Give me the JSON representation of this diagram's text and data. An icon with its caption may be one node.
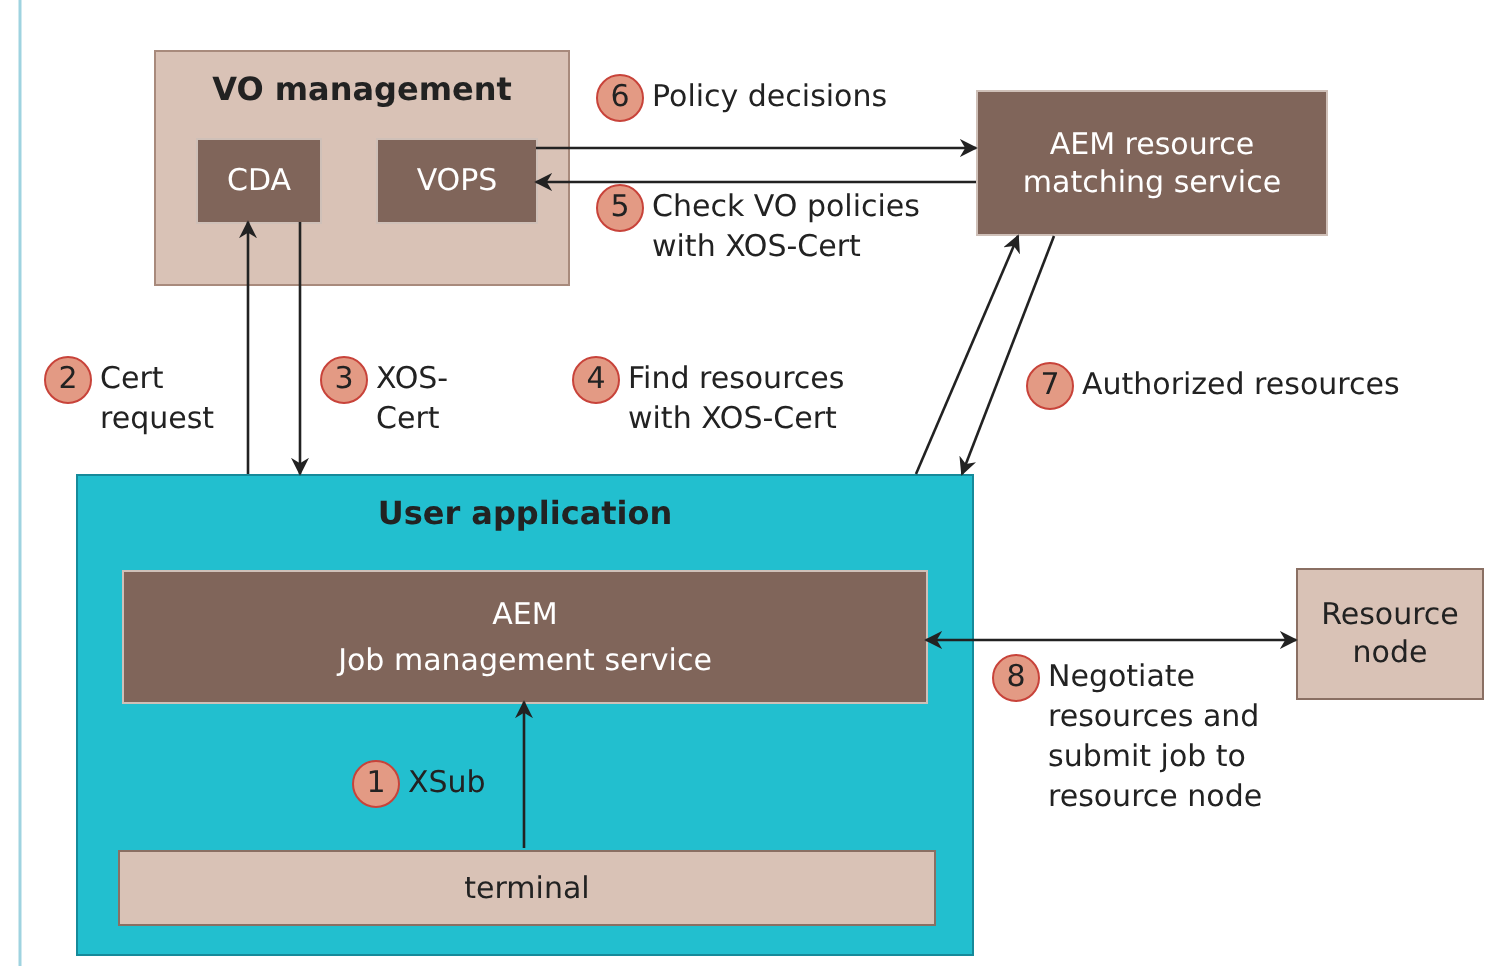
{
  "diagram": {
    "nodes": [
      {
        "text": [
          "VO management"
        ]
      },
      {
        "text": [
          "CDA"
        ],
        "in": 0
      },
      {
        "text": [
          "VOPS"
        ],
        "in": 0
      },
      {
        "text": [
          "AEM resource matching service"
        ]
      },
      {
        "text": [
          "User application"
        ]
      },
      {
        "text": [
          "AEM",
          "Job management service"
        ],
        "in": 4
      },
      {
        "text": [
          "terminal"
        ],
        "in": 4
      },
      {
        "text": [
          "Resource node"
        ]
      }
    ],
    "edges": [
      {
        "from": 4,
        "to": 1,
        "arrow": "to",
        "label": "2 Cert request"
      },
      {
        "from": 1,
        "to": 4,
        "arrow": "to",
        "label": "3 XOS-Cert"
      },
      {
        "from": 4,
        "to": 3,
        "arrow": "to",
        "label": "4 Find resources with XOS-Cert"
      },
      {
        "from": 3,
        "to": 2,
        "arrow": "to",
        "label": "5 Check VO policies with XOS-Cert"
      },
      {
        "from": 2,
        "to": 3,
        "arrow": "to",
        "label": "6 Policy decisions"
      },
      {
        "from": 3,
        "to": 4,
        "arrow": "to",
        "label": "7 Authorized resources"
      },
      {
        "from": 5,
        "to": 7,
        "arrow": "both",
        "label": "8 Negotiate resources and submit job to resource node"
      },
      {
        "from": 6,
        "to": 5,
        "arrow": "to",
        "label": "1 XSub"
      }
    ]
  }
}
